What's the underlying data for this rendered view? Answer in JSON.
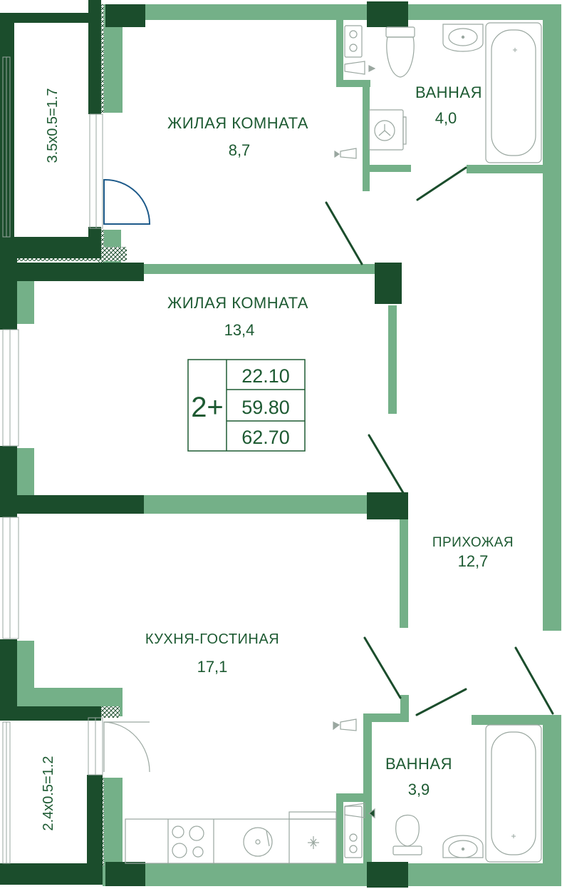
{
  "colors": {
    "wall_light": "#74b088",
    "wall_dark": "#1b4d2c",
    "text": "#1d5a32",
    "fixture": "#9aa7a0"
  },
  "rooms": {
    "bedroom_1": {
      "name": "ЖИЛАЯ КОМНАТА",
      "area": "8,7"
    },
    "bathroom_1": {
      "name": "ВАННАЯ",
      "area": "4,0"
    },
    "bedroom_2": {
      "name": "ЖИЛАЯ КОМНАТА",
      "area": "13,4"
    },
    "hallway": {
      "name": "ПРИХОЖАЯ",
      "area": "12,7"
    },
    "kitchen": {
      "name": "КУХНЯ-ГОСТИНАЯ",
      "area": "17,1"
    },
    "bathroom_2": {
      "name": "ВАННАЯ",
      "area": "3,9"
    }
  },
  "balconies": {
    "top": "3.5x0.5=1.7",
    "bottom": "2.4x0.5=1.2"
  },
  "summary": {
    "rooms_label": "2+",
    "living_area": "22.10",
    "total_area": "59.80",
    "total_with_balconies": "62.70"
  }
}
